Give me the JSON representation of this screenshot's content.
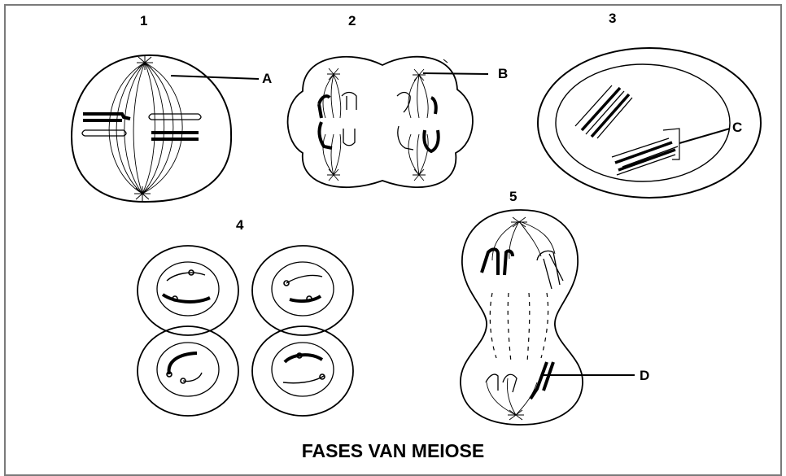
{
  "diagram": {
    "title": "FASES VAN MEIOSE",
    "stage_numbers": [
      "1",
      "2",
      "3",
      "4",
      "5"
    ],
    "pointer_labels": [
      "A",
      "B",
      "C",
      "D"
    ]
  }
}
